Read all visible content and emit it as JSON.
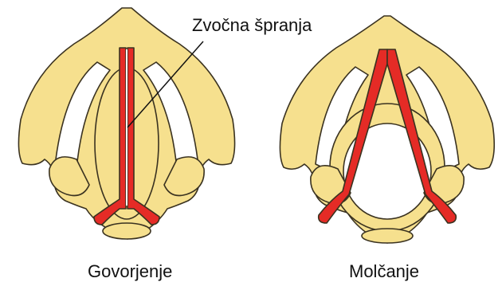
{
  "labels": {
    "glottis": "Zvočna špranja",
    "speaking": "Govorjenje",
    "silence": "Molčanje"
  },
  "colors": {
    "cartilage": "#f6e08e",
    "outline": "#3a3220",
    "vocal_cords": "#e52b26",
    "background": "#ffffff"
  }
}
